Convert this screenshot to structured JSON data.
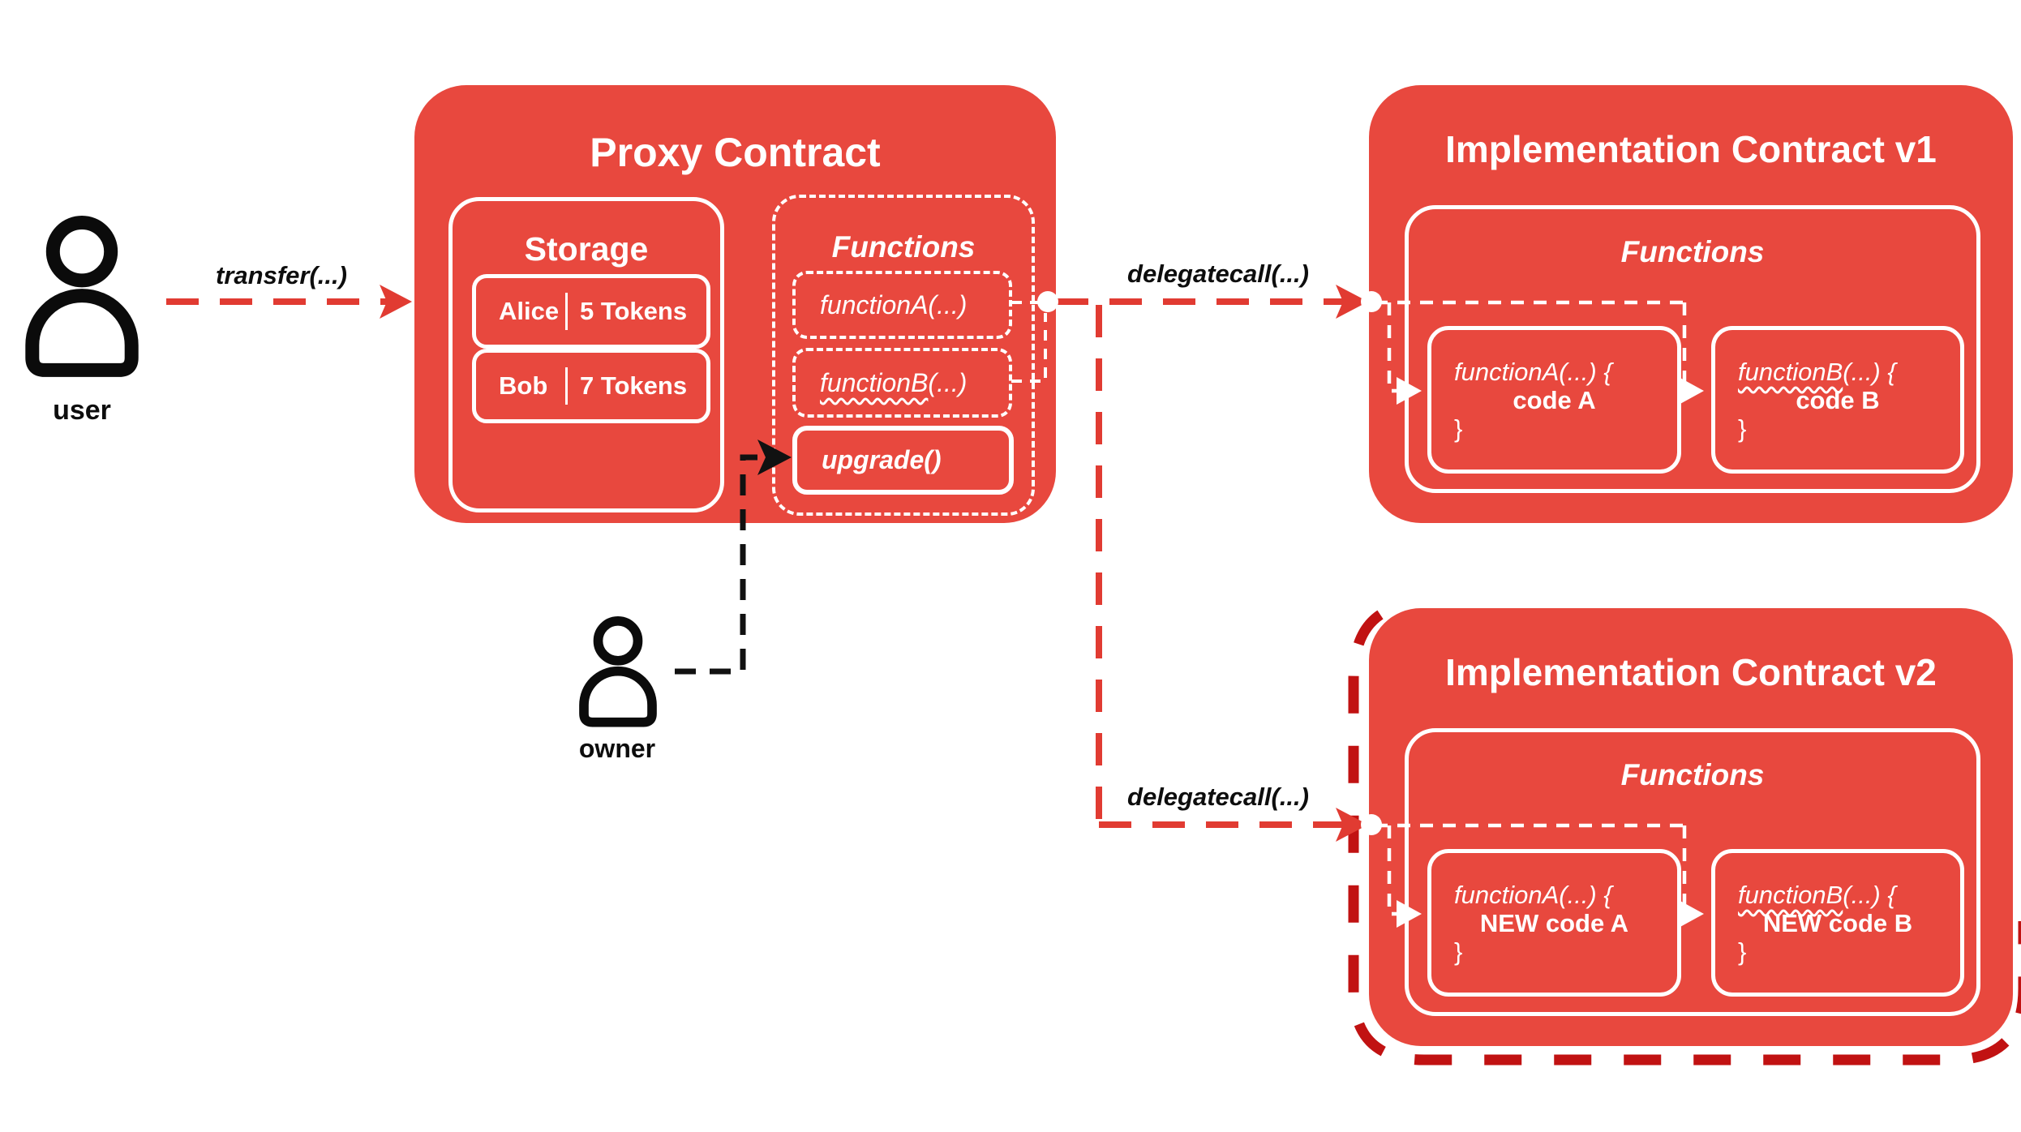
{
  "actors": {
    "user": {
      "label": "user",
      "icon": "person-icon"
    },
    "owner": {
      "label": "owner",
      "icon": "person-icon"
    }
  },
  "labels": {
    "transfer": "transfer(...)",
    "delegatecall_v1": "delegatecall(...)",
    "delegatecall_v2": "delegatecall(...)"
  },
  "proxy": {
    "title": "Proxy Contract",
    "storage": {
      "title": "Storage",
      "rows": [
        {
          "name": "Alice",
          "value": "5 Tokens"
        },
        {
          "name": "Bob",
          "value": "7 Tokens"
        }
      ]
    },
    "functions": {
      "title": "Functions",
      "function_a": {
        "label": "functionA(...)"
      },
      "function_b": {
        "name": "functionB",
        "args": "(...)"
      },
      "upgrade": {
        "label": "upgrade()"
      }
    }
  },
  "implementation_v1": {
    "title": "Implementation Contract v1",
    "functions": {
      "title": "Functions",
      "function_a": {
        "signature": "functionA(...) {",
        "body": "code A",
        "close": "}"
      },
      "function_b": {
        "name": "functionB",
        "sig_rest": "(...) {",
        "body": "code B",
        "close": "}"
      }
    }
  },
  "implementation_v2": {
    "title": "Implementation Contract v2",
    "functions": {
      "title": "Functions",
      "function_a": {
        "signature": "functionA(...) {",
        "body": "NEW code A",
        "close": "}"
      },
      "function_b": {
        "name": "functionB",
        "sig_rest": "(...) {",
        "body": "NEW code B",
        "close": "}"
      }
    }
  },
  "colors": {
    "contract_red": "#E8483E",
    "arrow_red": "#E13B32",
    "dark_red": "#C11212",
    "line_white": "#FFFFFF",
    "text_black": "#0D0D0D"
  }
}
